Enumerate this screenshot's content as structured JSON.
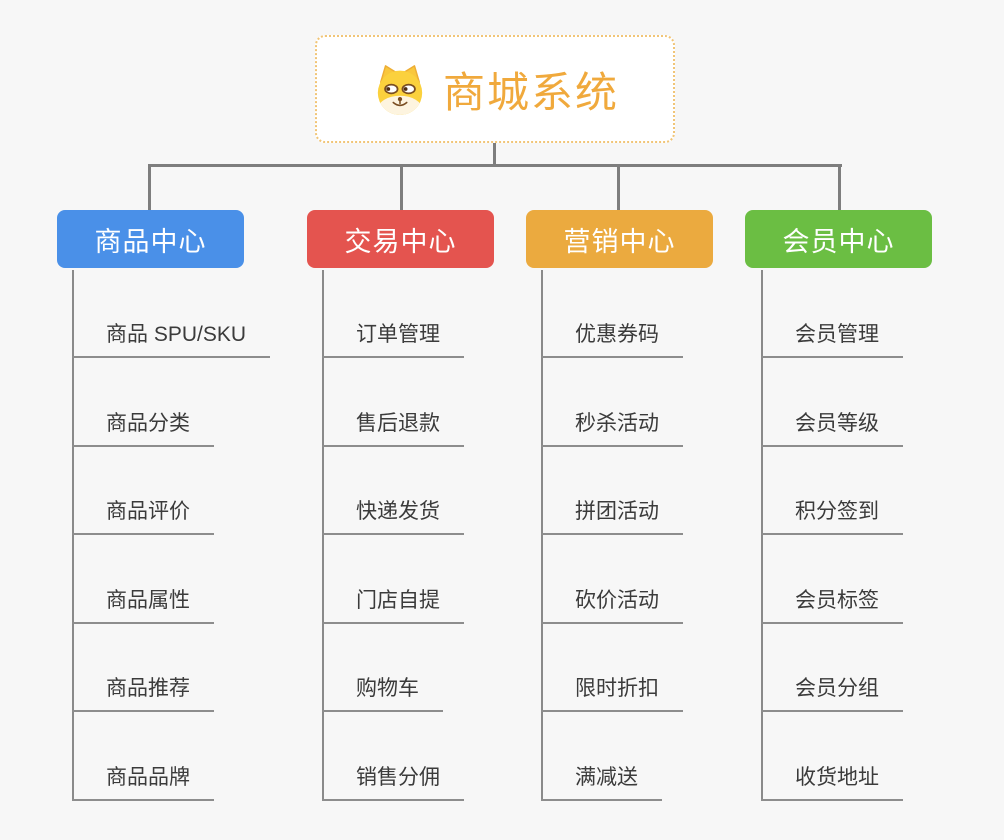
{
  "app": {
    "background_color": "#f7f7f7",
    "connector_color": "#7e7e7e",
    "underline_color": "#8d8d8d"
  },
  "root": {
    "title": "商城系统",
    "icon": "shiba-dog-icon",
    "text_color": "#f0a93c",
    "border_color": "#f1c577"
  },
  "branches": [
    {
      "label": "商品中心",
      "color": "#4a90e8",
      "items": [
        "商品 SPU/SKU",
        "商品分类",
        "商品评价",
        "商品属性",
        "商品推荐",
        "商品品牌"
      ]
    },
    {
      "label": "交易中心",
      "color": "#e4544f",
      "items": [
        "订单管理",
        "售后退款",
        "快递发货",
        "门店自提",
        "购物车",
        "销售分佣"
      ]
    },
    {
      "label": "营销中心",
      "color": "#ebaa3f",
      "items": [
        "优惠券码",
        "秒杀活动",
        "拼团活动",
        "砍价活动",
        "限时折扣",
        "满减送"
      ]
    },
    {
      "label": "会员中心",
      "color": "#6bbe43",
      "items": [
        "会员管理",
        "会员等级",
        "积分签到",
        "会员标签",
        "会员分组",
        "收货地址"
      ]
    }
  ]
}
